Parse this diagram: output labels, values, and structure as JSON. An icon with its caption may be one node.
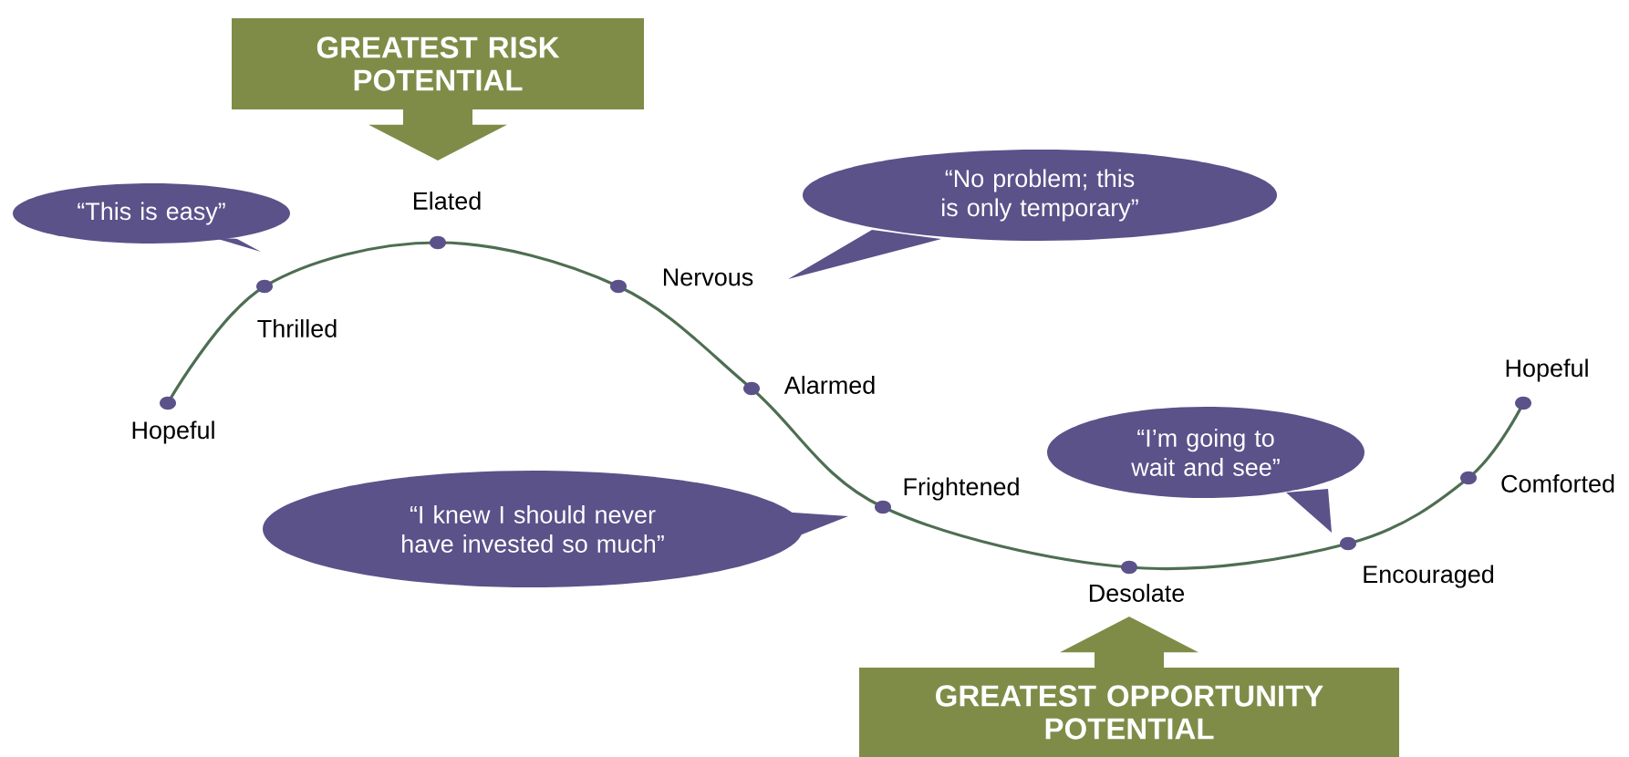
{
  "diagram": {
    "nodes": [
      {
        "text": [
          "Hopeful"
        ]
      },
      {
        "text": [
          "Thrilled"
        ]
      },
      {
        "text": [
          "Elated"
        ]
      },
      {
        "text": [
          "Nervous"
        ]
      },
      {
        "text": [
          "Alarmed"
        ]
      },
      {
        "text": [
          "Frightened"
        ]
      },
      {
        "text": [
          "Desolate"
        ]
      },
      {
        "text": [
          "Encouraged"
        ]
      },
      {
        "text": [
          "Comforted"
        ]
      },
      {
        "text": [
          "Hopeful"
        ]
      },
      {
        "text": [
          "GREATEST RISK POTENTIAL"
        ]
      },
      {
        "text": [
          "GREATEST OPPORTUNITY POTENTIAL"
        ]
      },
      {
        "text": [
          "“This is easy”"
        ]
      },
      {
        "text": [
          "“No problem; this is only temporary”"
        ]
      },
      {
        "text": [
          "“I’m going to wait and see”"
        ]
      },
      {
        "text": [
          "“I knew I should never have invested so much”"
        ]
      }
    ]
  }
}
